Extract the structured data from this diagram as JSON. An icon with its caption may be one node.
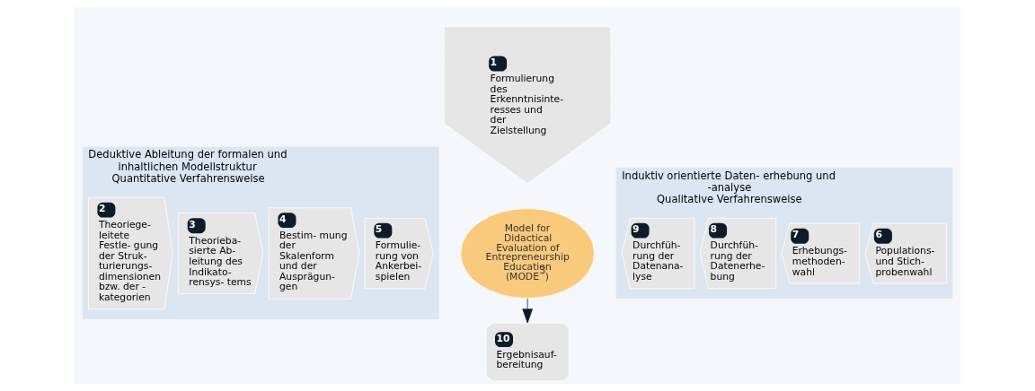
{
  "diagram": {
    "nodes": [
      {
        "text": [
          "1",
          "Formulierung des Erkenntnisinte- resses und der Zielstellung"
        ]
      },
      {
        "text": [
          "Deduktive Ableitung der formalen und inhaltlichen Modellstruktur",
          "Quantitative Verfahrensweise"
        ]
      },
      {
        "text": [
          "2",
          "Theoriege- leitete Festle- gung der Struk- turierungs- dimensionen bzw. der - kategorien"
        ],
        "in": 1
      },
      {
        "text": [
          "3",
          "Theorieba- sierte Ab- leitung des Indikato- rensys- tems"
        ],
        "in": 1
      },
      {
        "text": [
          "4",
          "Bestim- mung der Skalenform und der Ausprägun- gen"
        ],
        "in": 1
      },
      {
        "text": [
          "5",
          "Formulie- rung von Ankerbei- spielen"
        ],
        "in": 1
      },
      {
        "text": [
          "Model for Didactical Evaluation of Entrepreneurship Education (MODE$^{3}$)"
        ]
      },
      {
        "text": [
          "Induktiv orientierte Daten- erhebung und -analyse",
          "Qualitative Verfahrensweise"
        ]
      },
      {
        "text": [
          "9",
          "Durchfüh- rung der Datenana- lyse"
        ],
        "in": 7
      },
      {
        "text": [
          "8",
          "Durchfüh- rung der Datenerhe- bung"
        ],
        "in": 7
      },
      {
        "text": [
          "7",
          "Erhebungs- methoden- wahl"
        ],
        "in": 7
      },
      {
        "text": [
          "6",
          "Populations- und Stich- probenwahl"
        ],
        "in": 7
      },
      {
        "text": [
          "10",
          "Ergebnisauf- bereitung"
        ]
      }
    ],
    "edges": [
      {
        "from": 6,
        "to": 12,
        "arrow": "to"
      }
    ]
  }
}
